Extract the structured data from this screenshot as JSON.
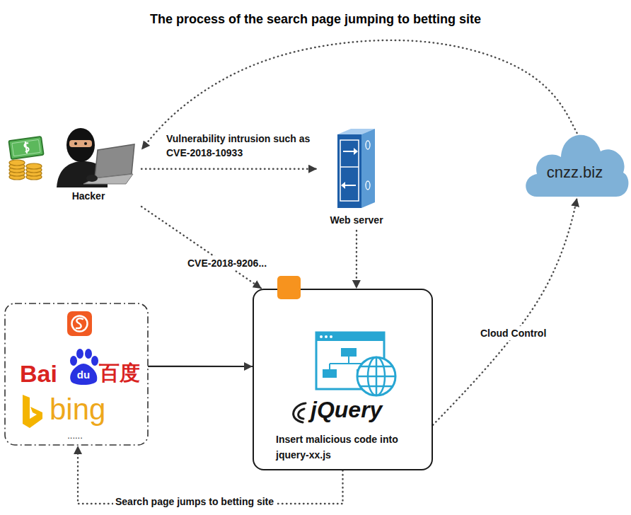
{
  "diagram": {
    "title": "The process of the search page jumping to betting site",
    "nodes": [
      {
        "text": [
          "Hacker"
        ]
      },
      {
        "text": [
          "Web server"
        ]
      },
      {
        "text": [
          "cnzz.biz"
        ]
      },
      {
        "text": [
          "Bai",
          "du",
          "百度",
          "bing",
          "......"
        ]
      },
      {
        "text": [
          "jQuery",
          "Insert malicious code into jquery-xx.js"
        ]
      }
    ],
    "edges": [
      {
        "from": 0,
        "to": 1,
        "label": "Vulnerability intrusion such as CVE-2018-10933",
        "arrow": "to"
      },
      {
        "from": 0,
        "to": 4,
        "label": "CVE-2018-9206...",
        "arrow": "to"
      },
      {
        "from": 1,
        "to": 4,
        "arrow": "to"
      },
      {
        "from": 3,
        "to": 4,
        "arrow": "to"
      },
      {
        "from": 4,
        "to": 2,
        "label": "Cloud Control",
        "arrow": "to"
      },
      {
        "from": 2,
        "to": 0,
        "arrow": "to"
      },
      {
        "from": 4,
        "to": 3,
        "label": "Search page jumps to betting site",
        "arrow": "to"
      }
    ]
  }
}
